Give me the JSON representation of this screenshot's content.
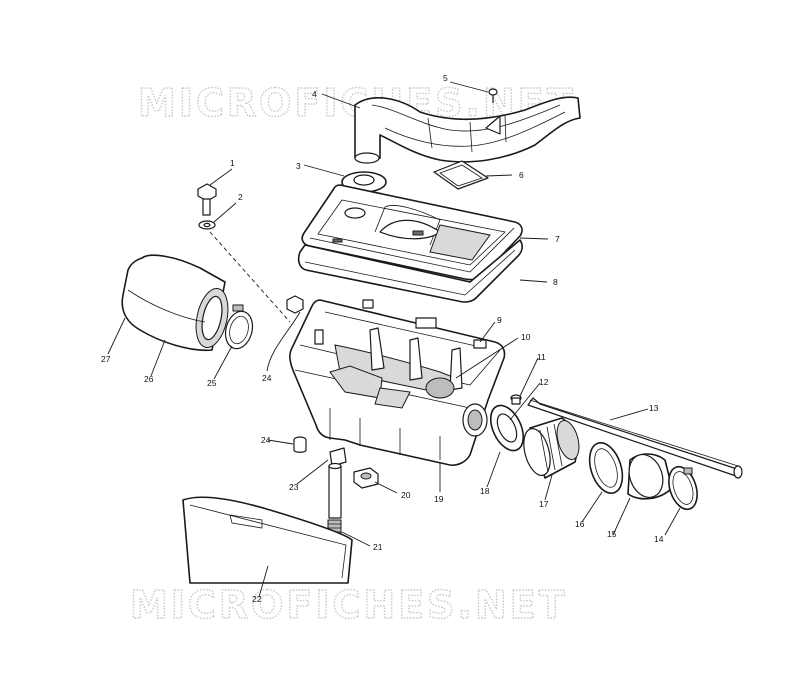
{
  "watermark": "MICROFICHES.NET",
  "callouts": [
    "1",
    "2",
    "3",
    "4",
    "5",
    "6",
    "7",
    "8",
    "9",
    "10",
    "11",
    "12",
    "13",
    "14",
    "15",
    "16",
    "17",
    "18",
    "19",
    "20",
    "21",
    "22",
    "23",
    "24",
    "24",
    "25",
    "26",
    "27"
  ]
}
